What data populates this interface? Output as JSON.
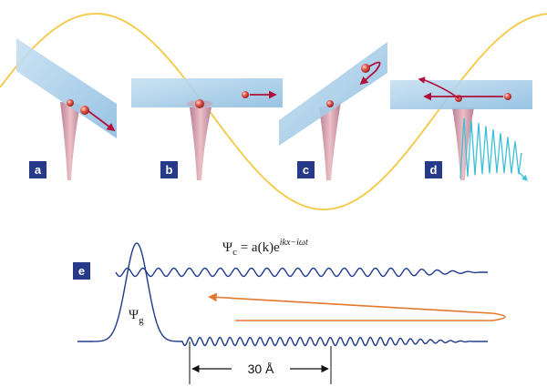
{
  "panels": [
    {
      "tag": "a"
    },
    {
      "tag": "b"
    },
    {
      "tag": "c"
    },
    {
      "tag": "d"
    },
    {
      "tag": "e"
    }
  ],
  "equation_continuum": {
    "symbol": "Ψ",
    "subscript": "c",
    "rhs": " = a(k)e",
    "exponent": "ikx−iωt"
  },
  "equation_ground": {
    "symbol": "Ψ",
    "subscript": "g"
  },
  "dimension": {
    "label": "30 Å"
  },
  "colors": {
    "light_field": "#f5c842",
    "surface": "#a8cde6",
    "well": "#d69aa4",
    "electron": "#d9534a",
    "trajectory_arrow": "#b0103a",
    "tag_bg": "#273a8a",
    "wavefunction": "#1e3a8c",
    "return_arrow": "#e07a2e",
    "emitted_wave": "#3cc0d8"
  }
}
